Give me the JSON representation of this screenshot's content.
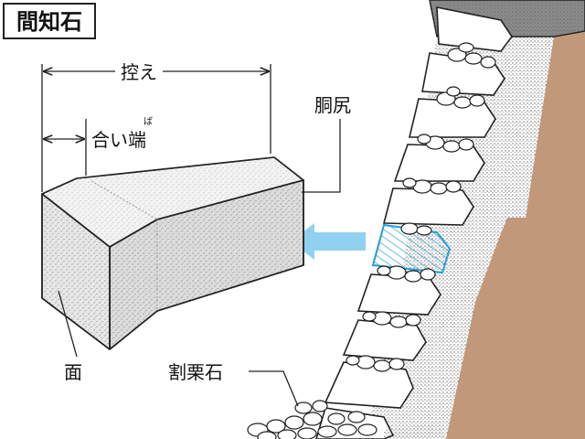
{
  "title": "間知石",
  "labels": {
    "hikae": "控え",
    "aiba": "合い端",
    "aiba_ruby": "ば",
    "dojiri": "胴尻",
    "men": "面",
    "warikuri": "割栗石"
  },
  "colors": {
    "earth": "#c2987a",
    "arrow": "#8fd1ee",
    "highlight_stone": "#7fcbea",
    "stone_face": "#e7e7e7",
    "stone_top": "#f3f3f3",
    "stone_end": "#dcdcdc",
    "concrete": "#ececec",
    "top_coping": "#8c8c8c",
    "line": "#222222"
  }
}
